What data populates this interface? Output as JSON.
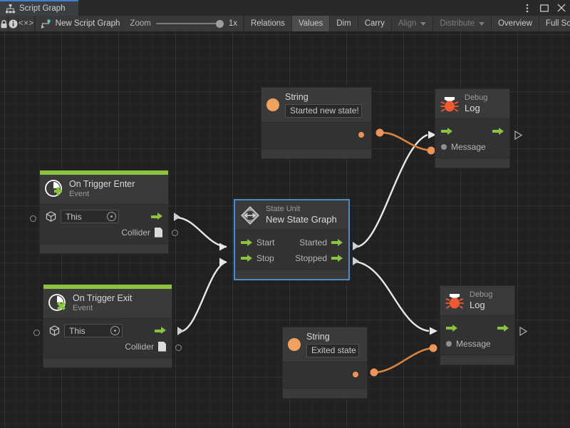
{
  "window": {
    "tab_label": "Script Graph",
    "tab_icon": "graph-hierarchy-icon",
    "controls": {
      "menu": "⋮",
      "maximize": "□",
      "close": "✕"
    }
  },
  "toolbar": {
    "lock_icon": "lock-icon",
    "info_icon": "info-icon",
    "code_icon": "<×>",
    "graph_icon": "script-graph-icon",
    "graph_name": "New Script Graph",
    "zoom_label": "Zoom",
    "zoom_value": "1x",
    "buttons": [
      {
        "label": "Relations",
        "state": "normal",
        "caret": false
      },
      {
        "label": "Values",
        "state": "active",
        "caret": false
      },
      {
        "label": "Dim",
        "state": "normal",
        "caret": false
      },
      {
        "label": "Carry",
        "state": "normal",
        "caret": false
      },
      {
        "label": "Align",
        "state": "dim",
        "caret": true
      },
      {
        "label": "Distribute",
        "state": "dim",
        "caret": true
      },
      {
        "label": "Overview",
        "state": "normal",
        "caret": false
      },
      {
        "label": "Full Scr",
        "state": "normal",
        "caret": false
      }
    ]
  },
  "graph": {
    "nodes": {
      "string_top": {
        "type": "String",
        "title": "String",
        "value": "Started new state!",
        "icon": "string-orange-ball-icon"
      },
      "string_bottom": {
        "type": "String",
        "title": "String",
        "value": "Exited state",
        "icon": "string-orange-ball-icon"
      },
      "debug_log_top": {
        "subtitle": "Debug",
        "title": "Log",
        "icon": "bug-icon",
        "message_label": "Message"
      },
      "debug_log_bottom": {
        "subtitle": "Debug",
        "title": "Log",
        "icon": "bug-icon",
        "message_label": "Message"
      },
      "on_trigger_enter": {
        "title": "On Trigger Enter",
        "subtitle": "Event",
        "icon": "event-plus-icon",
        "target_value": "This",
        "output_label": "Collider"
      },
      "on_trigger_exit": {
        "title": "On Trigger Exit",
        "subtitle": "Event",
        "icon": "event-cross-icon",
        "target_value": "This",
        "output_label": "Collider"
      },
      "state_unit": {
        "subtitle": "State Unit",
        "title": "New  State  Graph",
        "icon": "state-unit-icon",
        "selected": true,
        "inputs": [
          "Start",
          "Stop"
        ],
        "outputs": [
          "Started",
          "Stopped"
        ]
      }
    },
    "colors": {
      "event_header": "#8ac43f",
      "control_flow_wire": "#e8e8e8",
      "value_wire": "#d9833f",
      "string_accent": "#f0a05f",
      "bug_accent": "#f05a32",
      "selection": "#4a8cc7",
      "canvas_bg": "#212121",
      "node_bg": "#3a3a3a"
    }
  }
}
